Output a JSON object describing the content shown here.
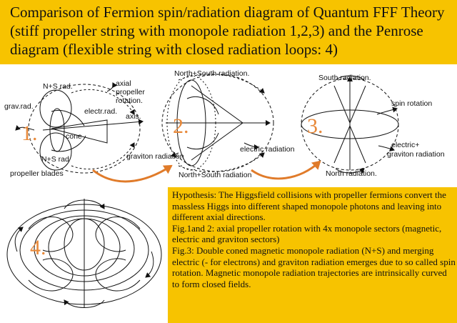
{
  "title": "Comparison of Fermion spin/radiation diagram of Quantum FFF Theory (stiff propeller string with monopole radiation 1,2,3) and the Penrose diagram (flexible string with closed radiation loops: 4)",
  "hypothesis": [
    "Hypothesis: The Higgsfield collisions with propeller fermions convert the massless Higgs into different shaped monopole photons and leaving into different axial directions.",
    "Fig.1and 2: axial propeller rotation with 4x monopole sectors (magnetic, electric and graviton sectors)",
    "Fig.3: Double coned magnetic monopole radiation (N+S) and merging electric (- for electrons) and graviton radiation emerges due to so called spin rotation. Magnetic monopole radiation trajectories are intrinsically curved to form closed fields."
  ],
  "figures": {
    "fig1": {
      "number": "1.",
      "labels": {
        "ns_rad_top": "N+S rad.",
        "axial_line1": "axial",
        "axial_line2": "propeller",
        "axial_line3": "rotation.",
        "grav_rad": "grav.rad.",
        "electr_rad": "electr.rad.",
        "axis": "axis.",
        "cone": "cone",
        "ns_rad_bottom": "N+S rad",
        "propeller_blades": "propeller blades"
      }
    },
    "fig2": {
      "number": "2.",
      "labels": {
        "north_south_top": "North+South radiation.",
        "graviton_radiation": "graviton radiation",
        "north_south_bottom": "North+South radiation",
        "electric_radiation": "electric radiation"
      }
    },
    "fig3": {
      "number": "3.",
      "labels": {
        "south_radiation": "South radiation.",
        "spin_rotation": "spin rotation",
        "electric_graviton_line1": "electric+",
        "electric_graviton_line2": "graviton radiation",
        "north_radiation": "North radiation."
      }
    },
    "fig4": {
      "number": "4."
    }
  },
  "colors": {
    "band": "#f7c300",
    "arrow": "#e07b2a",
    "number": "#e8893a",
    "ink": "#111111"
  }
}
